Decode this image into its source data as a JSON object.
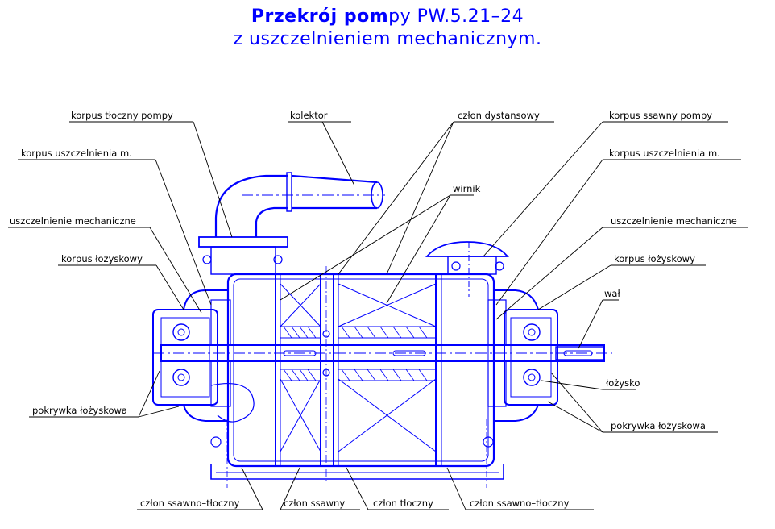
{
  "title": {
    "line1_bold": "Przekrój pom",
    "line1_rest": "py PW.5.21–24",
    "line2": "z uszczelnieniem mechanicznym."
  },
  "labels": {
    "korpus_tloczny": "korpus tłoczny pompy",
    "kolektor": "kolektor",
    "czlon_dystansowy": "człon dystansowy",
    "korpus_ssawny": "korpus ssawny pompy",
    "korpus_uszcz_left": "korpus uszczelnienia m.",
    "korpus_uszcz_right": "korpus uszczelnienia m.",
    "wirnik": "wirnik",
    "uszcz_mech_left": "uszczelnienie mechaniczne",
    "uszcz_mech_right": "uszczelnienie mechaniczne",
    "korpus_loz_left": "korpus łożyskowy",
    "korpus_loz_right": "korpus łożyskowy",
    "wal": "wał",
    "lozysko": "łożysko",
    "pokrywka_left": "pokrywka łożyskowa",
    "pokrywka_right": "pokrywka łożyskowa",
    "czlon_st_left": "człon ssawno–tłoczny",
    "czlon_ssawny": "człon ssawny",
    "czlon_tloczny": "człon tłoczny",
    "czlon_st_right": "człon ssawno–tłoczny"
  },
  "colors": {
    "drawing": "#0000ff",
    "leader": "#000000",
    "text": "#000000"
  }
}
